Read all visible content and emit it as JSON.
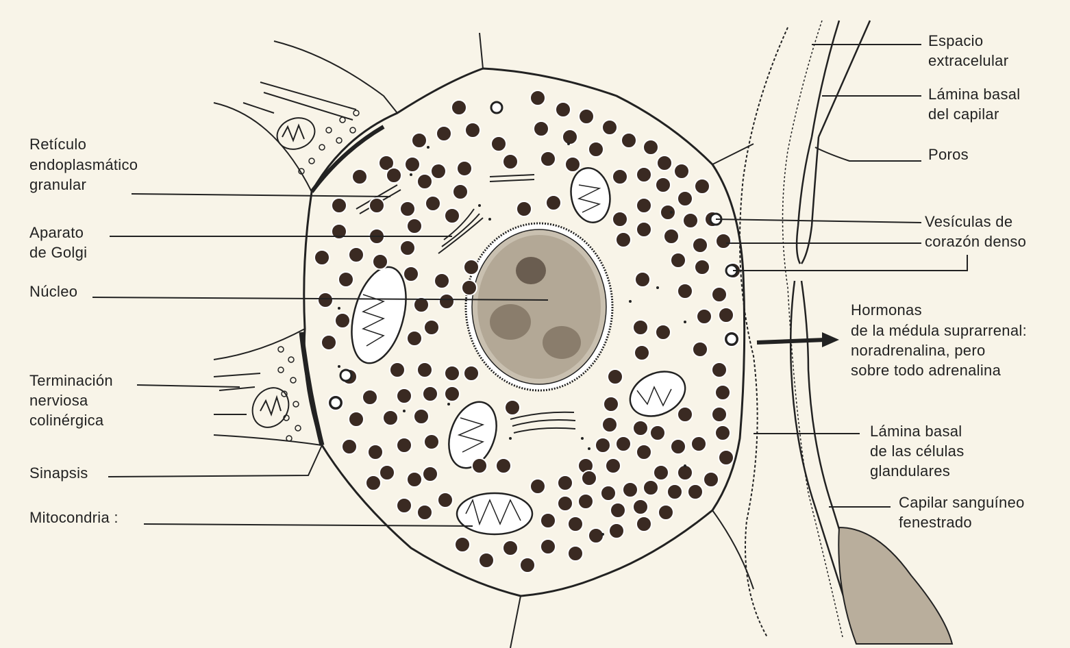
{
  "labels": {
    "reticulo": [
      "Retículo",
      "endoplasmático",
      "granular"
    ],
    "golgi": [
      "Aparato",
      "de Golgi"
    ],
    "nucleo": "Núcleo",
    "terminacion": [
      "Terminación",
      "nerviosa",
      "colinérgica"
    ],
    "sinapsis": "Sinapsis",
    "mitocondria": "Mitocondria :",
    "espacio": [
      "Espacio",
      "extracelular"
    ],
    "lamina_capilar": [
      "Lámina basal",
      "del capilar"
    ],
    "poros": "Poros",
    "vesiculas": [
      "Vesículas de",
      "corazón denso"
    ],
    "hormonas": [
      "Hormonas",
      "de la médula suprarrenal:",
      "noradrenalina, pero",
      "sobre todo adrenalina"
    ],
    "lamina_celulas": [
      "Lámina basal",
      "de las células",
      "glandulares"
    ],
    "capilar": [
      "Capilar sanguíneo",
      "fenestrado"
    ]
  },
  "colors": {
    "ink": "#222222",
    "paper": "#f8f4e8",
    "granule": "#3a2a22"
  }
}
